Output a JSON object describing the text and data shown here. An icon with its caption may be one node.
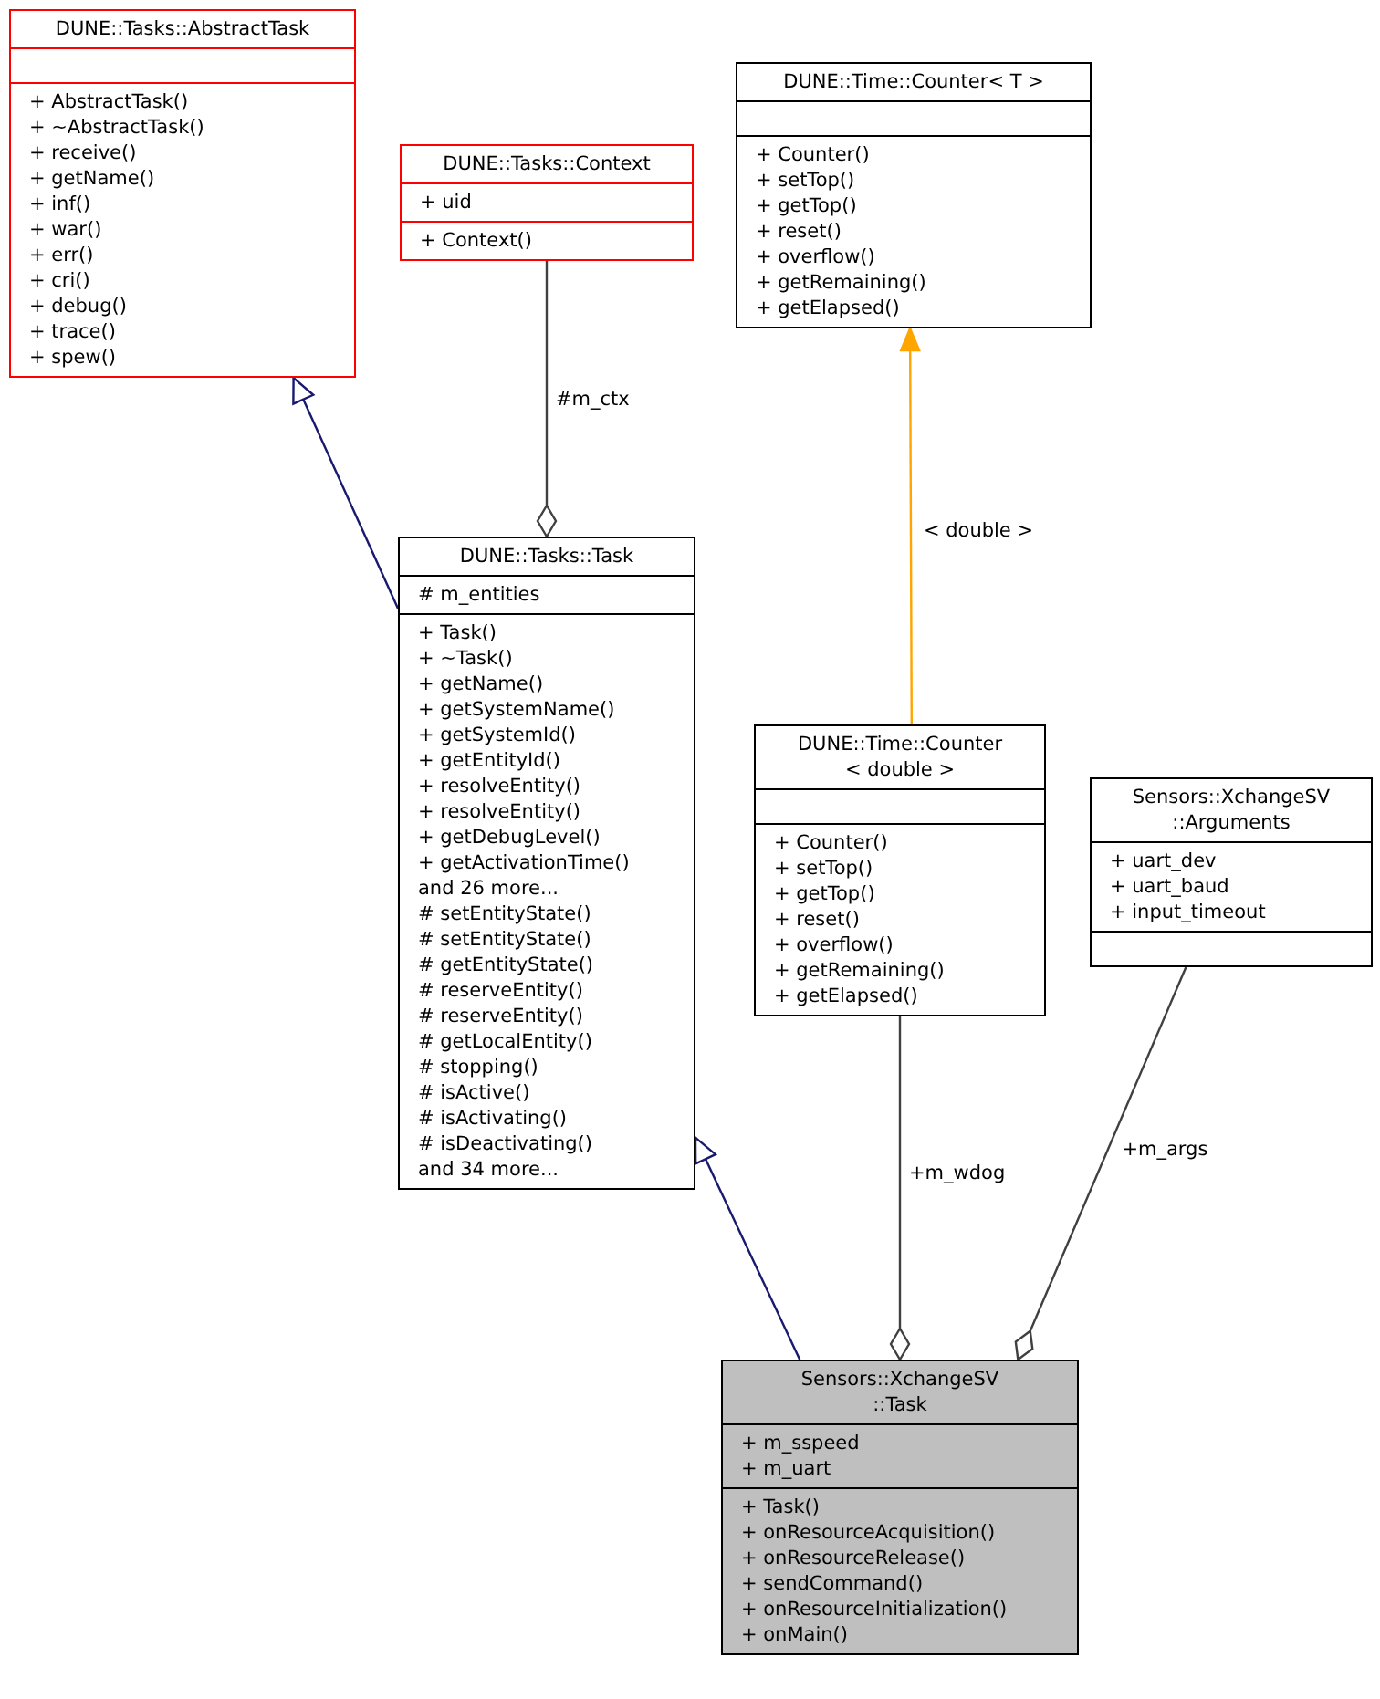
{
  "diagram": {
    "nodes": [
      {
        "text": [
          "DUNE::Tasks::AbstractTask",
          "+ AbstractTask()",
          "+ ~AbstractTask()",
          "+ receive()",
          "+ getName()",
          "+ inf()",
          "+ war()",
          "+ err()",
          "+ cri()",
          "+ debug()",
          "+ trace()",
          "+ spew()"
        ]
      },
      {
        "text": [
          "DUNE::Tasks::Context",
          "+ uid",
          "+ Context()"
        ]
      },
      {
        "text": [
          "DUNE::Time::Counter< T >",
          "+ Counter()",
          "+ setTop()",
          "+ getTop()",
          "+ reset()",
          "+ overflow()",
          "+ getRemaining()",
          "+ getElapsed()"
        ]
      },
      {
        "text": [
          "DUNE::Tasks::Task",
          "# m_entities",
          "+ Task()",
          "+ ~Task()",
          "+ getName()",
          "+ getSystemName()",
          "+ getSystemId()",
          "+ getEntityId()",
          "+ resolveEntity()",
          "+ resolveEntity()",
          "+ getDebugLevel()",
          "+ getActivationTime()",
          "and 26 more...",
          "# setEntityState()",
          "# setEntityState()",
          "# getEntityState()",
          "# reserveEntity()",
          "# reserveEntity()",
          "# getLocalEntity()",
          "# stopping()",
          "# isActive()",
          "# isActivating()",
          "# isDeactivating()",
          "and 34 more..."
        ]
      },
      {
        "text": [
          "DUNE::Time::Counter < double >",
          "+ Counter()",
          "+ setTop()",
          "+ getTop()",
          "+ reset()",
          "+ overflow()",
          "+ getRemaining()",
          "+ getElapsed()"
        ]
      },
      {
        "text": [
          "Sensors::XchangeSV ::Arguments",
          "+ uart_dev",
          "+ uart_baud",
          "+ input_timeout"
        ]
      },
      {
        "text": [
          "Sensors::XchangeSV ::Task",
          "+ m_sspeed",
          "+ m_uart",
          "+ Task()",
          "+ onResourceAcquisition()",
          "+ onResourceRelease()",
          "+ sendCommand()",
          "+ onResourceInitialization()",
          "+ onMain()"
        ]
      }
    ],
    "edges": [
      {
        "from": 3,
        "to": 0,
        "arrow": "to",
        "color": "#191970"
      },
      {
        "from": 1,
        "to": 3,
        "arrow": "other",
        "label": "#m_ctx"
      },
      {
        "from": 4,
        "to": 2,
        "arrow": "to",
        "label": "< double >",
        "color": "#ffa500"
      },
      {
        "from": 6,
        "to": 3,
        "arrow": "to",
        "color": "#191970"
      },
      {
        "from": 4,
        "to": 6,
        "arrow": "other",
        "label": "+m_wdog"
      },
      {
        "from": 5,
        "to": 6,
        "arrow": "other",
        "label": "+m_args"
      }
    ]
  }
}
